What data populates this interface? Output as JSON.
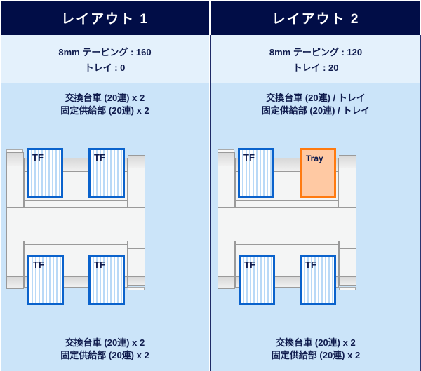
{
  "layouts": [
    {
      "title": "レイアウト 1",
      "info": {
        "taping": "8mm テーピング : 160",
        "tray": "トレイ : 0"
      },
      "top_note": {
        "line1": "交換台車 (20連) x 2",
        "line2": "固定供給部 (20連) x 2"
      },
      "bottom_note": {
        "line1": "交換台車 (20連) x 2",
        "line2": "固定供給部 (20連) x 2"
      },
      "feeders": {
        "top_left": {
          "label": "TF",
          "type": "tape-feeder"
        },
        "top_right": {
          "label": "TF",
          "type": "tape-feeder"
        },
        "bottom_left": {
          "label": "TF",
          "type": "tape-feeder"
        },
        "bottom_right": {
          "label": "TF",
          "type": "tape-feeder"
        }
      }
    },
    {
      "title": "レイアウト 2",
      "info": {
        "taping": "8mm テーピング : 120",
        "tray": "トレイ : 20"
      },
      "top_note": {
        "line1": "交換台車 (20連) / トレイ",
        "line2": "固定供給部 (20連) / トレイ"
      },
      "bottom_note": {
        "line1": "交換台車 (20連) x 2",
        "line2": "固定供給部 (20連) x 2"
      },
      "feeders": {
        "top_left": {
          "label": "TF",
          "type": "tape-feeder"
        },
        "top_right": {
          "label": "Tray",
          "type": "tray"
        },
        "bottom_left": {
          "label": "TF",
          "type": "tape-feeder"
        },
        "bottom_right": {
          "label": "TF",
          "type": "tape-feeder"
        }
      }
    }
  ],
  "colors": {
    "header_bg": "#010d47",
    "info_bg": "#e4f1fc",
    "body_bg": "#cbe4f9",
    "text": "#0f1b4d",
    "tape_feeder_border": "#0a62cc",
    "tray_border": "#ff7a10",
    "tray_fill": "#ffc9a3"
  }
}
